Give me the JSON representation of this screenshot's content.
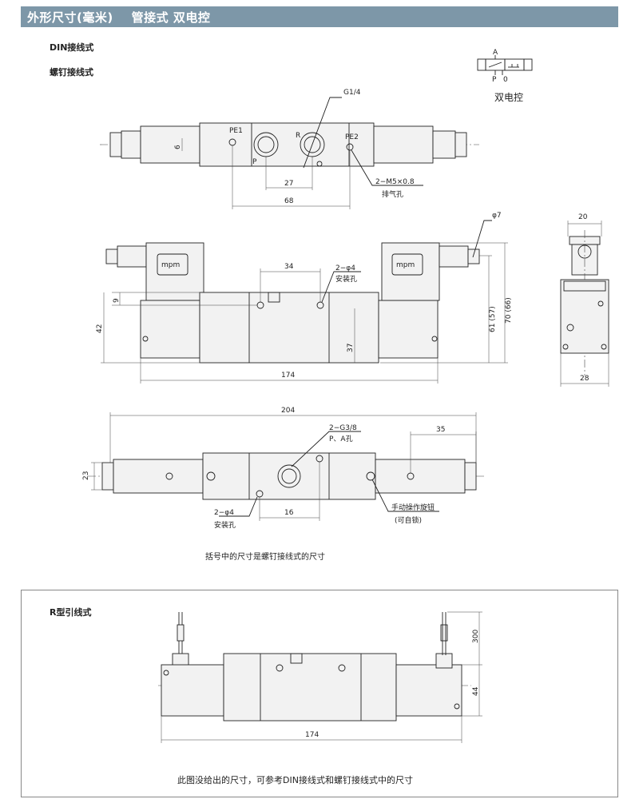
{
  "header": {
    "title": "外形尺寸(毫米)    管接式 双电控"
  },
  "labels": {
    "din": "DIN接线式",
    "screw": "螺钉接线式",
    "symbol_caption": "双电控",
    "r_type": "R型引线式"
  },
  "symbol": {
    "a": "A",
    "p": "P",
    "zero": "0"
  },
  "top_view": {
    "g14": "G1/4",
    "pe1": "PE1",
    "pe2": "PE2",
    "r": "R",
    "p": "P",
    "d6": "6",
    "d27": "27",
    "d68": "68",
    "m5": "2−M5×0.8",
    "exhaust": "排气孔"
  },
  "front_view": {
    "d34": "34",
    "hole": "2−φ4",
    "mount": "安装孔",
    "d9": "9",
    "d42": "42",
    "d37": "37",
    "d174": "174",
    "coil": "mpm",
    "d61": "61 (57)",
    "d70": "70 (66)"
  },
  "side_view": {
    "phi7": "φ7",
    "d20": "20",
    "d28": "28"
  },
  "bottom_view": {
    "d204": "204",
    "g38": "2−G3/8",
    "pa": "P、A孔",
    "d35": "35",
    "d23": "23",
    "hole": "2−φ4",
    "mount": "安装孔",
    "d16": "16",
    "manual": "手动操作旋钮",
    "lock": "(可自锁)"
  },
  "notes": {
    "bracket": "括号中的尺寸是螺钉接线式的尺寸",
    "r_note": "此图没给出的尺寸，可参考DIN接线式和螺钉接线式中的尺寸"
  },
  "r_view": {
    "d300": "300",
    "d44": "44",
    "d174": "174"
  }
}
